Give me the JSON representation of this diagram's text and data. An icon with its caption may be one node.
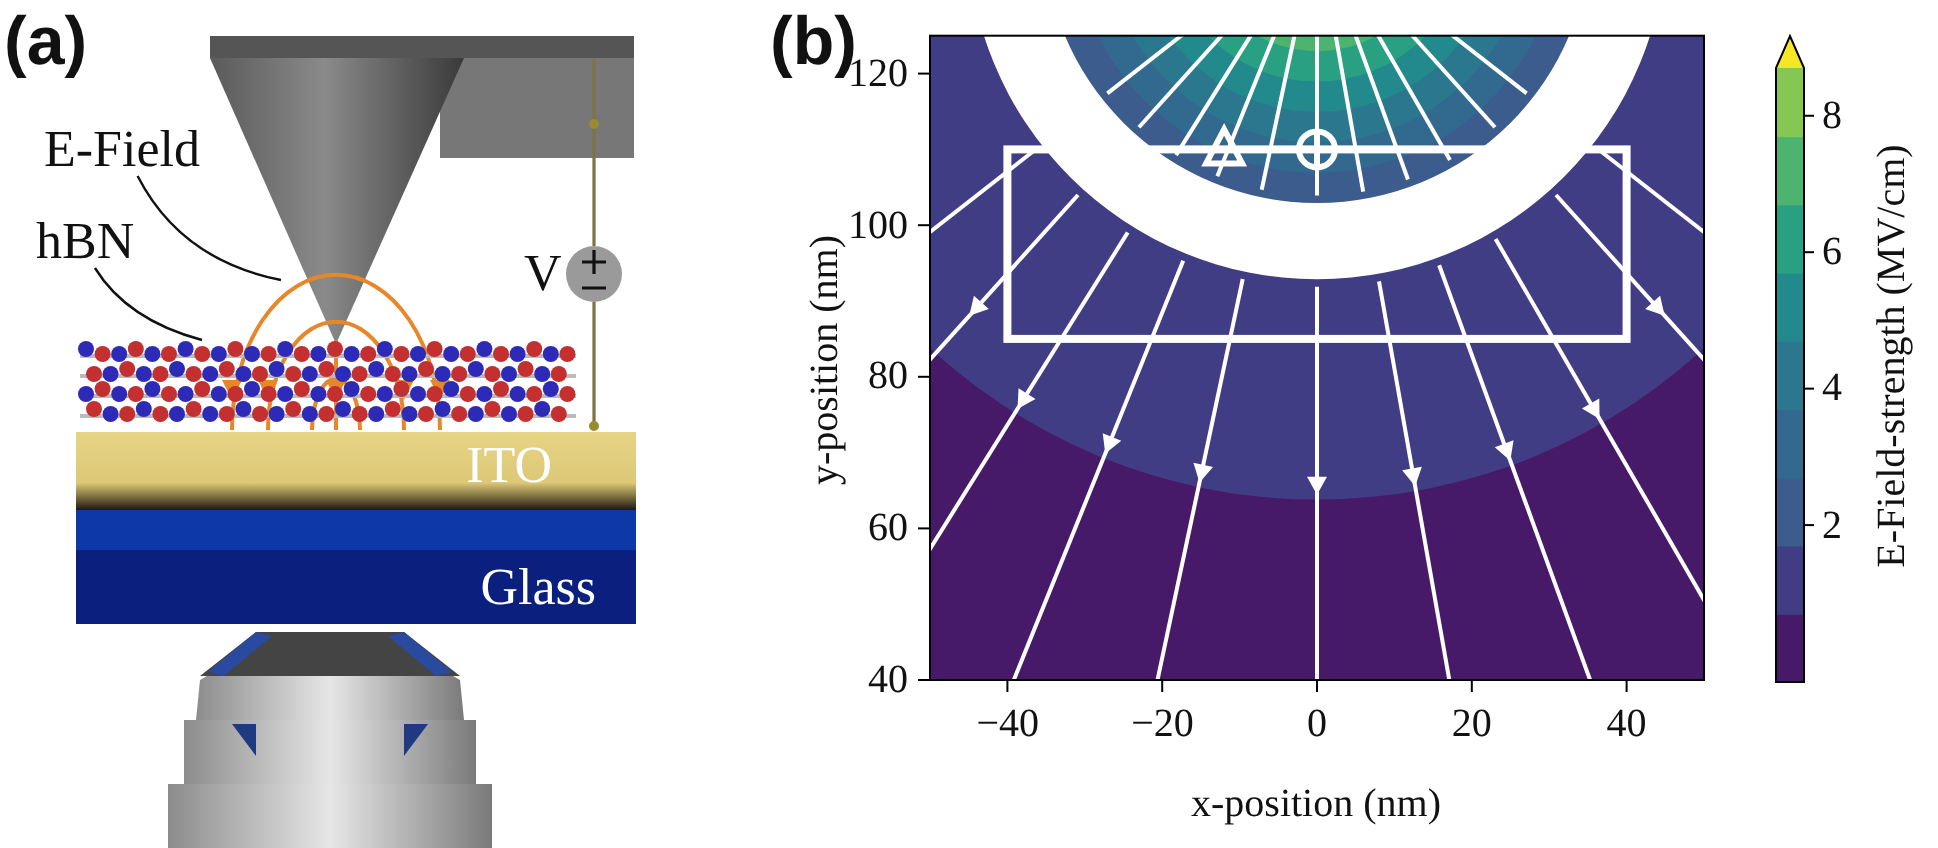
{
  "diagram": {
    "nodes": [
      {
        "text": [
          "E-Field"
        ]
      },
      {
        "text": [
          "hBN"
        ]
      },
      {
        "text": [],
        "shape": "picture"
      },
      {
        "text": [],
        "shape": "picture"
      },
      {
        "text": [
          "ITO"
        ]
      },
      {
        "text": [
          "Glass"
        ]
      }
    ],
    "edges": [
      {
        "from": 0,
        "to": 2,
        "arrow": "none"
      },
      {
        "from": 1,
        "to": 3,
        "arrow": "none"
      }
    ],
    "labels": [
      "(a)",
      "V",
      "(b)",
      "120",
      "100",
      "80",
      "60",
      "40",
      "−40",
      "−20",
      "0",
      "20",
      "40",
      "x-position (nm)",
      "y-position (nm)",
      "8",
      "6",
      "4",
      "2",
      "E-Field-strength (MV/cm)"
    ]
  }
}
